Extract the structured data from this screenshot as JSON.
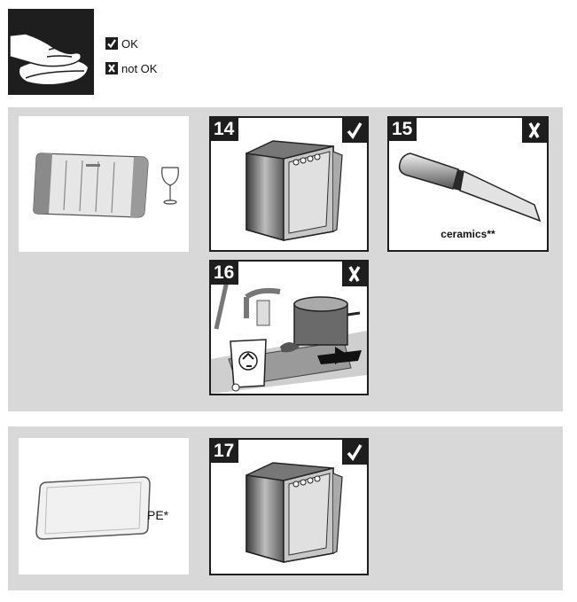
{
  "legend": {
    "ok_label": "OK",
    "not_ok_label": "not OK",
    "icon_ok": "checkmark-icon",
    "icon_not_ok": "cross-icon"
  },
  "steps": [
    {
      "number": "14",
      "verdict": "ok"
    },
    {
      "number": "15",
      "verdict": "not_ok",
      "caption": "ceramics**"
    },
    {
      "number": "16",
      "verdict": "not_ok"
    },
    {
      "number": "17",
      "verdict": "ok"
    }
  ],
  "material_label": "PE*",
  "colors": {
    "dark": "#1e1e1e",
    "panel": "#d8d8d8",
    "card": "#ffffff"
  }
}
